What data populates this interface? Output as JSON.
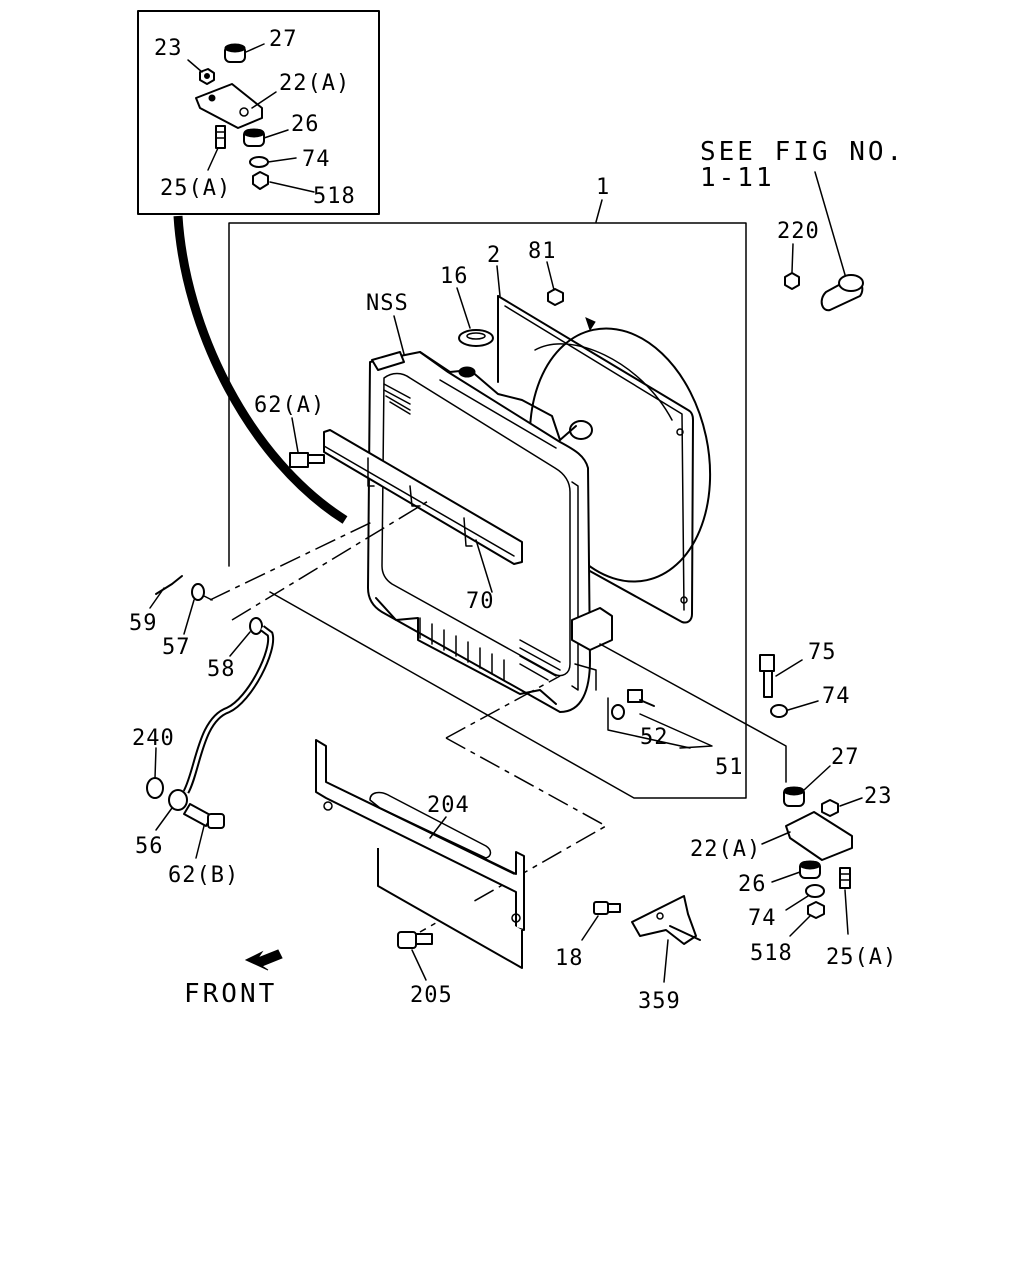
{
  "labels": {
    "l_23": "23",
    "l_27": "27",
    "l_22a": "22(A)",
    "l_26": "26",
    "l_74": "74",
    "l_25a": "25(A)",
    "l_518": "518",
    "see_fig_1": "SEE FIG NO.",
    "see_fig_2": "1-11",
    "l_1": "1",
    "l_2": "2",
    "l_81": "81",
    "l_16": "16",
    "l_nss": "NSS",
    "l_220": "220",
    "l_62a": "62(A)",
    "l_70": "70",
    "l_59": "59",
    "l_57": "57",
    "l_58": "58",
    "l_75": "75",
    "l_74b": "74",
    "l_52": "52",
    "l_51": "51",
    "l_27b": "27",
    "l_23b": "23",
    "l_22ab": "22(A)",
    "l_26b": "26",
    "l_74c": "74",
    "l_518b": "518",
    "l_25ab": "25(A)",
    "l_240": "240",
    "l_56": "56",
    "l_62b": "62(B)",
    "l_204": "204",
    "l_18": "18",
    "l_359": "359",
    "l_205": "205",
    "front": "FRONT"
  },
  "icons": {
    "front_arrow": "front-direction-arrow-icon"
  },
  "colors": {
    "ink": "#000000",
    "paper": "#ffffff"
  }
}
